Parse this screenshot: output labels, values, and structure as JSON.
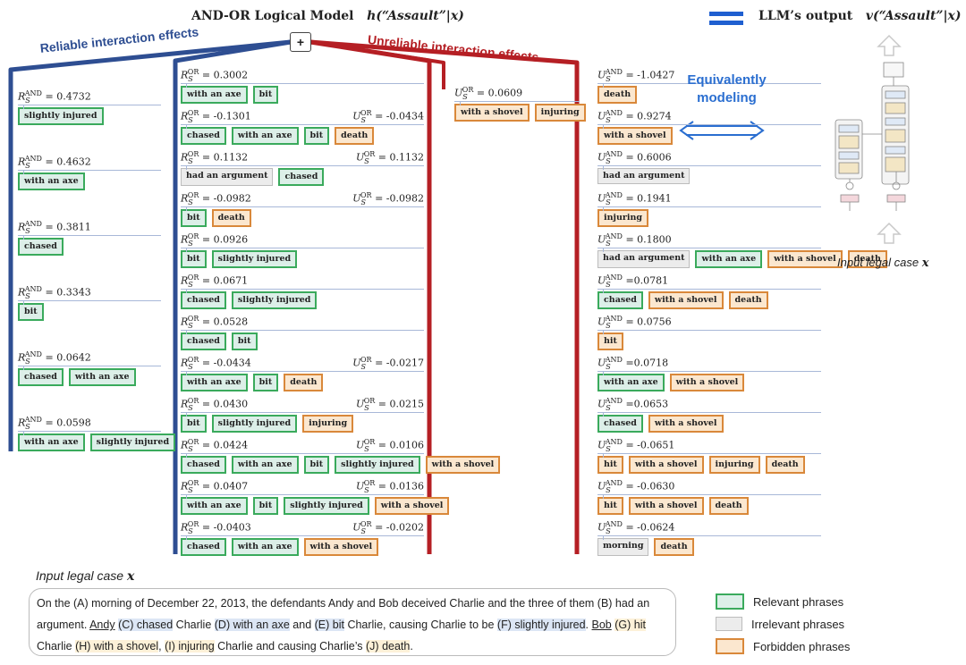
{
  "header": {
    "model_title": "AND-OR Logical Model",
    "model_formula": "h(“Assault”|x)",
    "llm_title": "LLM’s output",
    "llm_formula": "v(“Assault”|x)",
    "plus": "+"
  },
  "labels": {
    "reliable": "Reliable interaction effects",
    "unreliable": "Unreliable interaction effects",
    "equivalently": "Equivalently",
    "modeling": "modeling",
    "input_case_right": "Input legal case",
    "input_case_bottom": "Input legal case",
    "x_symbol": "x"
  },
  "col1": [
    {
      "label": "R",
      "sub": "S",
      "sup": "AND",
      "value": "= 0.4732",
      "chips": [
        {
          "text": "slightly injured",
          "type": "rel"
        }
      ]
    },
    {
      "label": "R",
      "sub": "S",
      "sup": "AND",
      "value": "= 0.4632",
      "chips": [
        {
          "text": "with an axe",
          "type": "rel"
        }
      ]
    },
    {
      "label": "R",
      "sub": "S",
      "sup": "AND",
      "value": "= 0.3811",
      "chips": [
        {
          "text": "chased",
          "type": "rel"
        }
      ]
    },
    {
      "label": "R",
      "sub": "S",
      "sup": "AND",
      "value": "= 0.3343",
      "chips": [
        {
          "text": "bit",
          "type": "rel"
        }
      ]
    },
    {
      "label": "R",
      "sub": "S",
      "sup": "AND",
      "value": "= 0.0642",
      "chips": [
        {
          "text": "chased",
          "type": "rel"
        },
        {
          "text": "with an axe",
          "type": "rel"
        }
      ]
    },
    {
      "label": "R",
      "sub": "S",
      "sup": "AND",
      "value": "= 0.0598",
      "chips": [
        {
          "text": "with an axe",
          "type": "rel"
        },
        {
          "text": "slightly injured",
          "type": "rel"
        }
      ]
    }
  ],
  "col2": [
    {
      "label": "R",
      "sub": "S",
      "sup": "OR",
      "value": "= 0.3002",
      "u": "",
      "chips": [
        {
          "text": "with an axe",
          "type": "rel"
        },
        {
          "text": "bit",
          "type": "rel"
        }
      ]
    },
    {
      "label": "R",
      "sub": "S",
      "sup": "OR",
      "value": "= -0.1301",
      "u": "= -0.0434",
      "chips": [
        {
          "text": "chased",
          "type": "rel"
        },
        {
          "text": "with an axe",
          "type": "rel"
        },
        {
          "text": "bit",
          "type": "rel"
        },
        {
          "text": "death",
          "type": "forb"
        }
      ]
    },
    {
      "label": "R",
      "sub": "S",
      "sup": "OR",
      "value": "= 0.1132",
      "u": "= 0.1132",
      "chips": [
        {
          "text": "had an argument",
          "type": "irr"
        },
        {
          "text": "chased",
          "type": "rel"
        }
      ]
    },
    {
      "label": "R",
      "sub": "S",
      "sup": "OR",
      "value": "= -0.0982",
      "u": "= -0.0982",
      "chips": [
        {
          "text": "bit",
          "type": "rel"
        },
        {
          "text": "death",
          "type": "forb"
        }
      ]
    },
    {
      "label": "R",
      "sub": "S",
      "sup": "OR",
      "value": "= 0.0926",
      "u": "",
      "chips": [
        {
          "text": "bit",
          "type": "rel"
        },
        {
          "text": "slightly injured",
          "type": "rel"
        }
      ]
    },
    {
      "label": "R",
      "sub": "S",
      "sup": "OR",
      "value": "= 0.0671",
      "u": "",
      "chips": [
        {
          "text": "chased",
          "type": "rel"
        },
        {
          "text": "slightly injured",
          "type": "rel"
        }
      ]
    },
    {
      "label": "R",
      "sub": "S",
      "sup": "OR",
      "value": "= 0.0528",
      "u": "",
      "chips": [
        {
          "text": "chased",
          "type": "rel"
        },
        {
          "text": "bit",
          "type": "rel"
        }
      ]
    },
    {
      "label": "R",
      "sub": "S",
      "sup": "OR",
      "value": "= -0.0434",
      "u": "= -0.0217",
      "chips": [
        {
          "text": "with an axe",
          "type": "rel"
        },
        {
          "text": "bit",
          "type": "rel"
        },
        {
          "text": "death",
          "type": "forb"
        }
      ]
    },
    {
      "label": "R",
      "sub": "S",
      "sup": "OR",
      "value": "= 0.0430",
      "u": "= 0.0215",
      "chips": [
        {
          "text": "bit",
          "type": "rel"
        },
        {
          "text": "slightly injured",
          "type": "rel"
        },
        {
          "text": "injuring",
          "type": "forb"
        }
      ]
    },
    {
      "label": "R",
      "sub": "S",
      "sup": "OR",
      "value": "= 0.0424",
      "u": "= 0.0106",
      "chips": [
        {
          "text": "chased",
          "type": "rel"
        },
        {
          "text": "with an axe",
          "type": "rel"
        },
        {
          "text": "bit",
          "type": "rel"
        },
        {
          "text": "slightly injured",
          "type": "rel"
        },
        {
          "text": "with a shovel",
          "type": "forb"
        }
      ]
    },
    {
      "label": "R",
      "sub": "S",
      "sup": "OR",
      "value": "= 0.0407",
      "u": "= 0.0136",
      "chips": [
        {
          "text": "with an axe",
          "type": "rel"
        },
        {
          "text": "bit",
          "type": "rel"
        },
        {
          "text": "slightly injured",
          "type": "rel"
        },
        {
          "text": "with a shovel",
          "type": "forb"
        }
      ]
    },
    {
      "label": "R",
      "sub": "S",
      "sup": "OR",
      "value": "= -0.0403",
      "u": "= -0.0202",
      "chips": [
        {
          "text": "chased",
          "type": "rel"
        },
        {
          "text": "with an axe",
          "type": "rel"
        },
        {
          "text": "with a shovel",
          "type": "forb"
        }
      ]
    }
  ],
  "col3": [
    {
      "label": "U",
      "sub": "S",
      "sup": "OR",
      "value": "= 0.0609",
      "chips": [
        {
          "text": "with a shovel",
          "type": "forb"
        },
        {
          "text": "injuring",
          "type": "forb"
        }
      ]
    }
  ],
  "col4": [
    {
      "label": "U",
      "sub": "S",
      "sup": "AND",
      "value": "= -1.0427",
      "chips": [
        {
          "text": "death",
          "type": "forb"
        }
      ]
    },
    {
      "label": "U",
      "sub": "S",
      "sup": "AND",
      "value": "= 0.9274",
      "chips": [
        {
          "text": "with a shovel",
          "type": "forb"
        }
      ]
    },
    {
      "label": "U",
      "sub": "S",
      "sup": "AND",
      "value": "= 0.6006",
      "chips": [
        {
          "text": "had an argument",
          "type": "irr"
        }
      ]
    },
    {
      "label": "U",
      "sub": "S",
      "sup": "AND",
      "value": "= 0.1941",
      "chips": [
        {
          "text": "injuring",
          "type": "forb"
        }
      ]
    },
    {
      "label": "U",
      "sub": "S",
      "sup": "AND",
      "value": "= 0.1800",
      "chips": [
        {
          "text": "had an argument",
          "type": "irr"
        },
        {
          "text": "with an axe",
          "type": "rel"
        },
        {
          "text": "with a shovel",
          "type": "forb"
        },
        {
          "text": "death",
          "type": "forb"
        }
      ]
    },
    {
      "label": "U",
      "sub": "S",
      "sup": "AND",
      "value": "=0.0781",
      "chips": [
        {
          "text": "chased",
          "type": "rel"
        },
        {
          "text": "with a shovel",
          "type": "forb"
        },
        {
          "text": "death",
          "type": "forb"
        }
      ]
    },
    {
      "label": "U",
      "sub": "S",
      "sup": "AND",
      "value": "= 0.0756",
      "chips": [
        {
          "text": "hit",
          "type": "forb"
        }
      ]
    },
    {
      "label": "U",
      "sub": "S",
      "sup": "AND",
      "value": "=0.0718",
      "chips": [
        {
          "text": "with an axe",
          "type": "rel"
        },
        {
          "text": "with a shovel",
          "type": "forb"
        }
      ]
    },
    {
      "label": "U",
      "sub": "S",
      "sup": "AND",
      "value": "=0.0653",
      "chips": [
        {
          "text": "chased",
          "type": "rel"
        },
        {
          "text": "with a shovel",
          "type": "forb"
        }
      ]
    },
    {
      "label": "U",
      "sub": "S",
      "sup": "AND",
      "value": "= -0.0651",
      "chips": [
        {
          "text": "hit",
          "type": "forb"
        },
        {
          "text": "with a shovel",
          "type": "forb"
        },
        {
          "text": "injuring",
          "type": "forb"
        },
        {
          "text": "death",
          "type": "forb"
        }
      ]
    },
    {
      "label": "U",
      "sub": "S",
      "sup": "AND",
      "value": "= -0.0630",
      "chips": [
        {
          "text": "hit",
          "type": "forb"
        },
        {
          "text": "with a shovel",
          "type": "forb"
        },
        {
          "text": "death",
          "type": "forb"
        }
      ]
    },
    {
      "label": "U",
      "sub": "S",
      "sup": "AND",
      "value": "= -0.0624",
      "chips": [
        {
          "text": "morning",
          "type": "irr"
        },
        {
          "text": "death",
          "type": "forb"
        }
      ]
    }
  ],
  "case_text": [
    {
      "text": "On the ",
      "hl": ""
    },
    {
      "text": "(A) morning",
      "hl": ""
    },
    {
      "text": " of December 22, 2013, the defendants Andy and Bob deceived Charlie and the three of them ",
      "hl": ""
    },
    {
      "text": "(B) had an argument",
      "hl": ""
    },
    {
      "text": ". ",
      "hl": ""
    },
    {
      "text": "Andy",
      "hl": "u"
    },
    {
      "text": " ",
      "hl": ""
    },
    {
      "text": "(C) chased",
      "hl": "rel"
    },
    {
      "text": " Charlie ",
      "hl": ""
    },
    {
      "text": "(D) with an axe",
      "hl": "rel"
    },
    {
      "text": " and ",
      "hl": ""
    },
    {
      "text": "(E) bit",
      "hl": "rel"
    },
    {
      "text": " Charlie, causing Charlie to be ",
      "hl": ""
    },
    {
      "text": "(F) slightly injured",
      "hl": "rel"
    },
    {
      "text": ". ",
      "hl": ""
    },
    {
      "text": "Bob",
      "hl": "u"
    },
    {
      "text": " ",
      "hl": ""
    },
    {
      "text": "(G) hit",
      "hl": "forb"
    },
    {
      "text": " Charlie ",
      "hl": ""
    },
    {
      "text": "(H) with a shovel",
      "hl": "forb"
    },
    {
      "text": ", ",
      "hl": ""
    },
    {
      "text": "(I) injuring",
      "hl": "forb"
    },
    {
      "text": " Charlie and causing Charlie’s ",
      "hl": ""
    },
    {
      "text": "(J) death",
      "hl": "forb"
    },
    {
      "text": ".",
      "hl": ""
    }
  ],
  "legend": [
    {
      "label": "Relevant phrases",
      "type": "rel"
    },
    {
      "label": "Irrelevant phrases",
      "type": "irr"
    },
    {
      "label": "Forbidden phrases",
      "type": "forb"
    }
  ],
  "colors": {
    "blue_tree": "#2e4e92",
    "red_tree": "#b51f24",
    "accent_blue": "#2a6ed0",
    "relevant_border": "#3aaa5c",
    "relevant_fill": "#dcefe8",
    "irrelevant_fill": "#ececec",
    "forbidden_border": "#d9883a",
    "forbidden_fill": "#fbe7cf"
  }
}
